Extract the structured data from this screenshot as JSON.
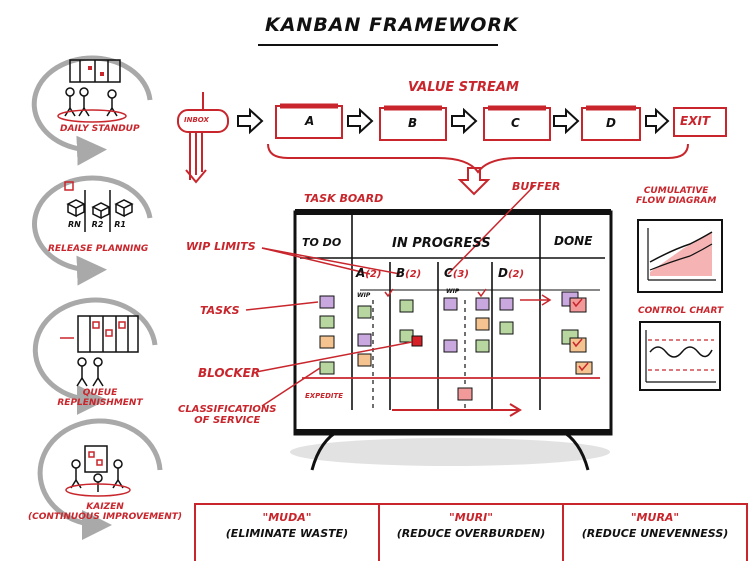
{
  "title": "KANBAN FRAMEWORK",
  "colors": {
    "accent": "#c8262c",
    "ink": "#111111",
    "circle": "#a9a9a9",
    "sticky_purple": "#c9a8e0",
    "sticky_green": "#b7d6a0",
    "sticky_orange": "#f4c38f",
    "sticky_pink": "#f29a9a",
    "blocker": "#d61f26"
  },
  "practices": [
    {
      "label": "DAILY STANDUP",
      "icon": "standup-icon"
    },
    {
      "label": "RELEASE PLANNING",
      "icon": "release-planning-icon",
      "sub_labels": [
        "Rn",
        "R2",
        "R1"
      ]
    },
    {
      "label_line1": "QUEUE",
      "label_line2": "REPLENISHMENT",
      "icon": "queue-replenishment-icon"
    },
    {
      "label_line1": "KAIZEN",
      "label_line2": "(CONTINUOUS IMPROVEMENT)",
      "icon": "kaizen-icon"
    }
  ],
  "value_stream": {
    "title": "VALUE STREAM",
    "inbox": "INBOX",
    "stages": [
      "A",
      "B",
      "C",
      "D"
    ],
    "exit": "EXIT"
  },
  "board": {
    "title": "TASK BOARD",
    "buffer": "BUFFER",
    "columns": {
      "todo": "TO DO",
      "progress": "IN PROGRESS",
      "done": "DONE"
    },
    "sub_columns": [
      {
        "label": "A",
        "wip": "(2)"
      },
      {
        "label": "B",
        "wip": "(2)"
      },
      {
        "label": "C",
        "wip": "(3)"
      },
      {
        "label": "D",
        "wip": "(2)"
      }
    ],
    "wip_tag": "WIP",
    "expedite": "EXPEDITE"
  },
  "callouts": {
    "wip_limits": "WIP LIMITS",
    "tasks": "TASKS",
    "blocker": "BLOCKER",
    "classifications_line1": "CLASSIFICATIONS",
    "classifications_line2": "OF SERVICE"
  },
  "charts": {
    "cfd_line1": "CUMULATIVE",
    "cfd_line2": "FLOW DIAGRAM",
    "control": "CONTROL CHART"
  },
  "wastes": [
    {
      "term": "\"MUDA\"",
      "meaning": "(ELIMINATE WASTE)"
    },
    {
      "term": "\"MURI\"",
      "meaning": "(REDUCE OVERBURDEN)"
    },
    {
      "term": "\"MURA\"",
      "meaning": "(REDUCE UNEVENNESS)"
    }
  ]
}
